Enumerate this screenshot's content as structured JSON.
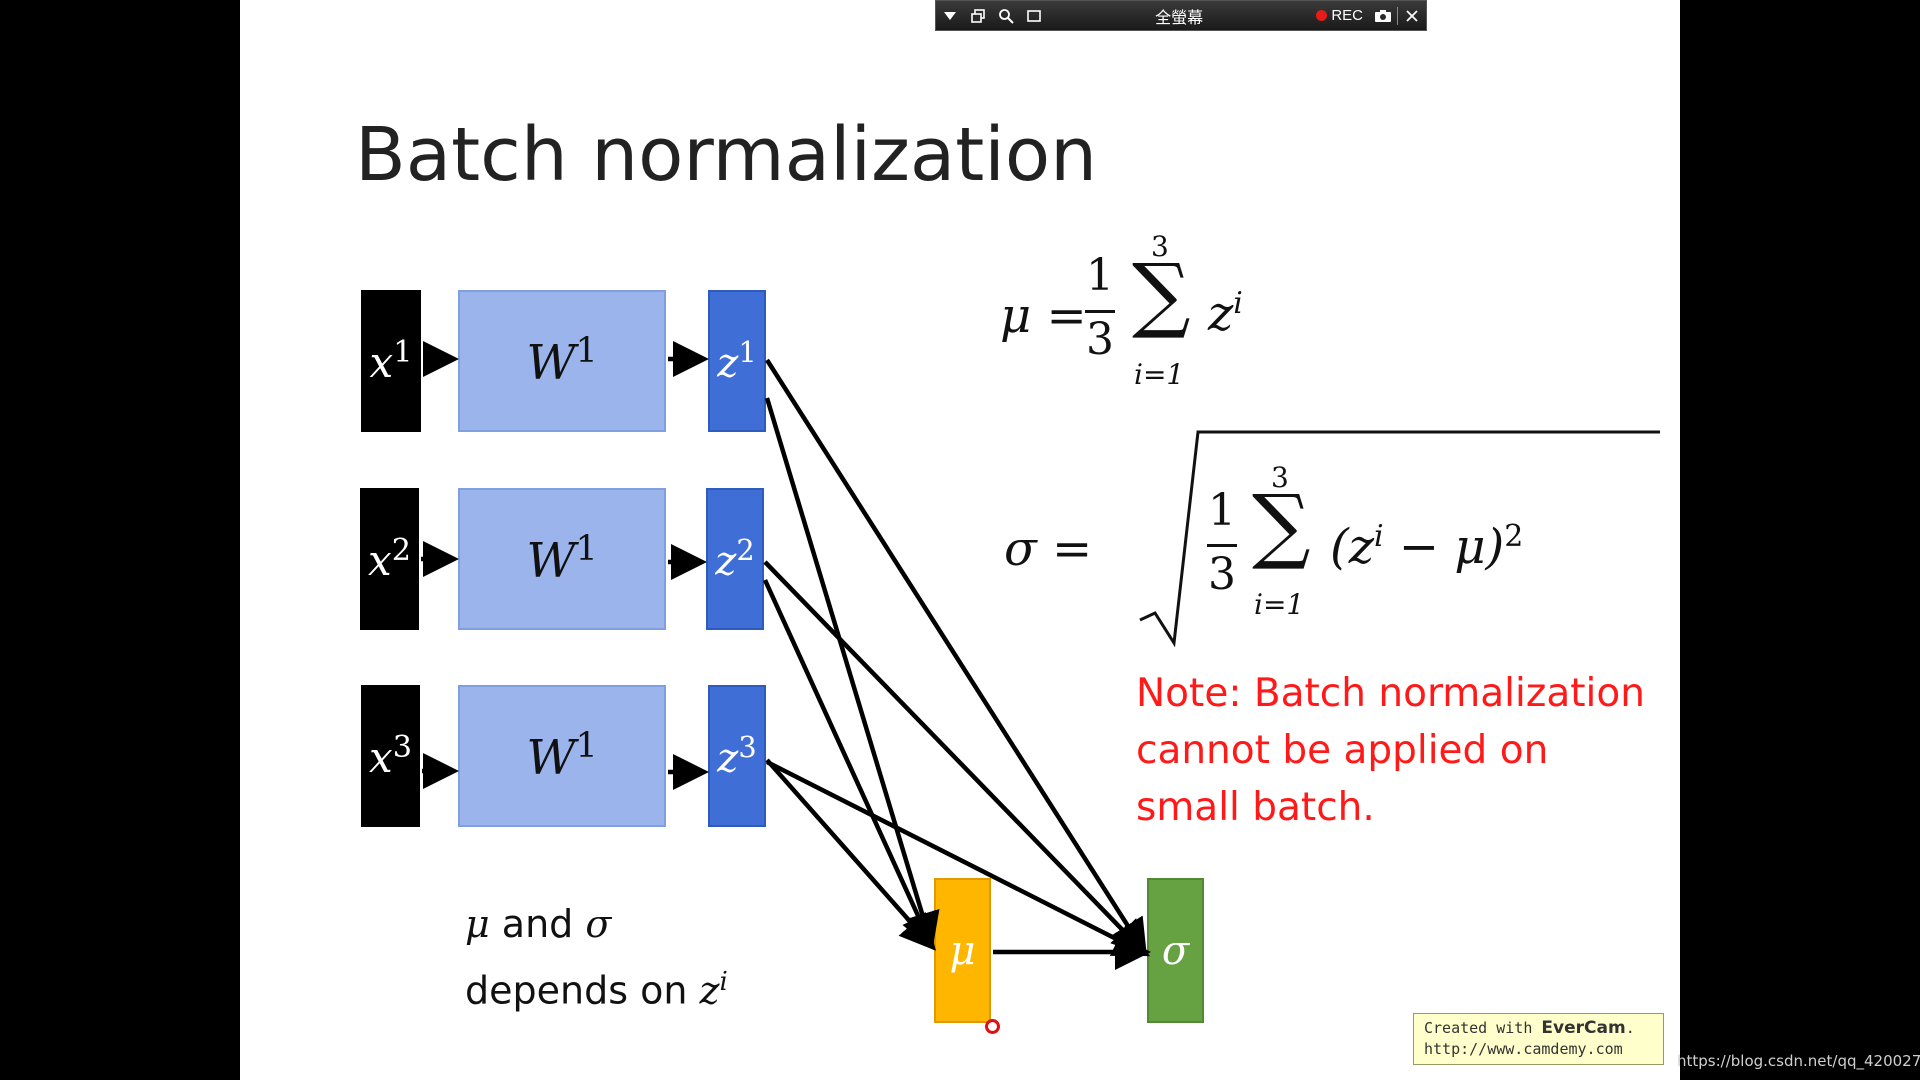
{
  "toolbar": {
    "title": "全螢幕",
    "rec_label": "REC",
    "icons": [
      "dropdown-icon",
      "restore-window-icon",
      "zoom-icon",
      "region-icon",
      "record-icon",
      "camera-icon",
      "close-icon"
    ]
  },
  "slide": {
    "title": "Batch normalization",
    "rows": [
      {
        "x_base": "x",
        "x_sup": "1",
        "w_base": "W",
        "w_sup": "1",
        "z_base": "z",
        "z_sup": "1"
      },
      {
        "x_base": "x",
        "x_sup": "2",
        "w_base": "W",
        "w_sup": "1",
        "z_base": "z",
        "z_sup": "2"
      },
      {
        "x_base": "x",
        "x_sup": "3",
        "w_base": "W",
        "w_sup": "1",
        "z_base": "z",
        "z_sup": "3"
      }
    ],
    "mu_label": "μ",
    "sigma_label": "σ",
    "formula_mu": {
      "lhs": "μ =",
      "frac_num": "1",
      "frac_den": "3",
      "sum_sign": "∑",
      "sum_top": "3",
      "sum_bottom": "i=1",
      "term_base": "z",
      "term_sup": "i"
    },
    "formula_sigma": {
      "lhs": "σ =",
      "frac_num": "1",
      "frac_den": "3",
      "sum_sign": "∑",
      "sum_top": "3",
      "sum_bottom": "i=1",
      "term_open": "(z",
      "term_sup": "i",
      "term_rest": " − μ)",
      "term_pow": "2"
    },
    "note_lines": [
      "Note: Batch normalization",
      "cannot be applied on",
      "small batch."
    ],
    "caption": {
      "mu": "μ",
      "and": " and ",
      "sigma": "σ",
      "depends_on": "depends on ",
      "z": "z",
      "z_sup": "i"
    }
  },
  "watermark": {
    "prefix": "Created with ",
    "brand": "EverCam",
    "suffix": ".",
    "url": "http://www.camdemy.com"
  },
  "source_url": "https://blog.csdn.net/qq_42002714",
  "colors": {
    "w_box": "#9bb4eb",
    "z_box": "#3f6ed6",
    "mu_box": "#ffb600",
    "sigma_box": "#66a142",
    "note": "#ff1a1a"
  }
}
